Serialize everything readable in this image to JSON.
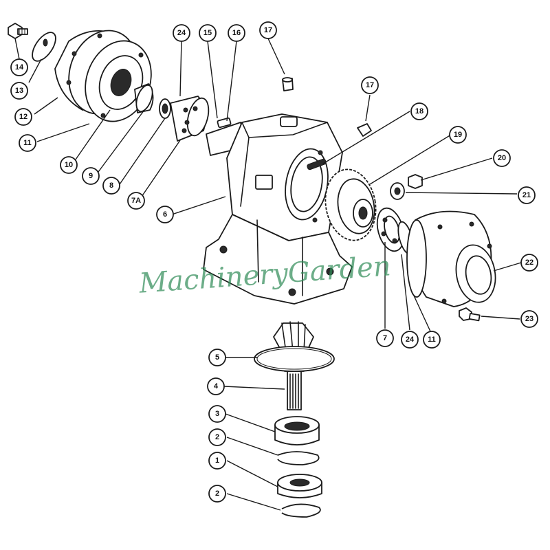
{
  "callouts": [
    {
      "id": "c14",
      "label": "14"
    },
    {
      "id": "c13",
      "label": "13"
    },
    {
      "id": "c12",
      "label": "12"
    },
    {
      "id": "c11a",
      "label": "11"
    },
    {
      "id": "c10",
      "label": "10"
    },
    {
      "id": "c9",
      "label": "9"
    },
    {
      "id": "c8",
      "label": "8"
    },
    {
      "id": "c7a",
      "label": "7A"
    },
    {
      "id": "c6",
      "label": "6"
    },
    {
      "id": "c24a",
      "label": "24"
    },
    {
      "id": "c15",
      "label": "15"
    },
    {
      "id": "c16",
      "label": "16"
    },
    {
      "id": "c17a",
      "label": "17"
    },
    {
      "id": "c17b",
      "label": "17"
    },
    {
      "id": "c18",
      "label": "18"
    },
    {
      "id": "c19",
      "label": "19"
    },
    {
      "id": "c20",
      "label": "20"
    },
    {
      "id": "c21",
      "label": "21"
    },
    {
      "id": "c22",
      "label": "22"
    },
    {
      "id": "c23",
      "label": "23"
    },
    {
      "id": "c7",
      "label": "7"
    },
    {
      "id": "c24b",
      "label": "24"
    },
    {
      "id": "c11b",
      "label": "11"
    },
    {
      "id": "c5",
      "label": "5"
    },
    {
      "id": "c4",
      "label": "4"
    },
    {
      "id": "c3",
      "label": "3"
    },
    {
      "id": "c2a",
      "label": "2"
    },
    {
      "id": "c1",
      "label": "1"
    },
    {
      "id": "c2b",
      "label": "2"
    }
  ],
  "watermark": {
    "text": "MachineryGarden",
    "color": "#2e8b57"
  }
}
